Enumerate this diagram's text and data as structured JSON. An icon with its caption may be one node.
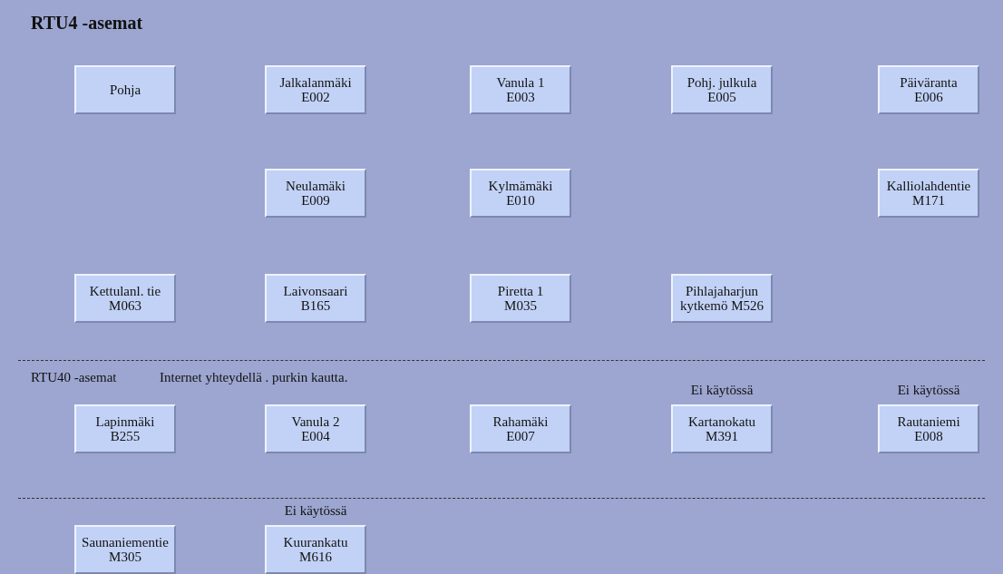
{
  "diagram": {
    "title": "RTU4 -asemat",
    "nodes": [
      {
        "text": [
          "Pohja"
        ]
      },
      {
        "text": [
          "Jalkalanmäki",
          "E002"
        ]
      },
      {
        "text": [
          "Vanula 1",
          "E003"
        ]
      },
      {
        "text": [
          "Pohj. julkula",
          "E005"
        ]
      },
      {
        "text": [
          "Päiväranta",
          "E006"
        ]
      },
      {
        "text": [
          "Neulamäki",
          "E009"
        ]
      },
      {
        "text": [
          "Kylmämäki",
          "E010"
        ]
      },
      {
        "text": [
          "Kalliolahdentie",
          "M171"
        ]
      },
      {
        "text": [
          "Kettulanl. tie",
          "M063"
        ]
      },
      {
        "text": [
          "Laivonsaari",
          "B165"
        ]
      },
      {
        "text": [
          "Piretta 1",
          "M035"
        ]
      },
      {
        "text": [
          "Pihlajaharjun kytkemö M526"
        ]
      },
      {
        "text": [
          "Lapinmäki",
          "B255"
        ]
      },
      {
        "text": [
          "Vanula 2",
          "E004"
        ]
      },
      {
        "text": [
          "Rahamäki",
          "E007"
        ]
      },
      {
        "text": [
          "Kartanokatu",
          "M391"
        ],
        "beside": [
          "Ei käytössä"
        ]
      },
      {
        "text": [
          "Rautaniemi",
          "E008"
        ],
        "beside": [
          "Ei käytössä"
        ]
      },
      {
        "text": [
          "Saunaniementie",
          "M305"
        ]
      },
      {
        "text": [
          "Kuurankatu",
          "M616"
        ],
        "beside": [
          "Ei käytössä"
        ]
      }
    ],
    "labels": [
      "RTU40 -asemat",
      "Internet yhteydellä . purkin kautta."
    ]
  }
}
